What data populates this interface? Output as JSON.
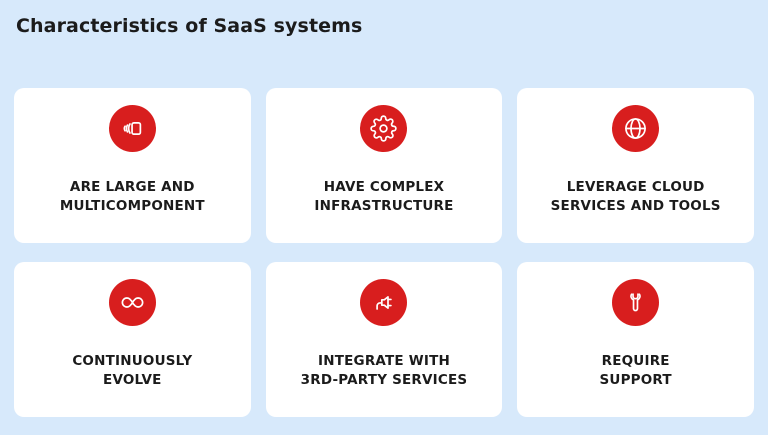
{
  "page": {
    "title": "Characteristics of SaaS systems"
  },
  "theme": {
    "background": "#d7e9fb",
    "card_background": "#ffffff",
    "accent_red": "#d81e1e",
    "icon_color": "#ffffff",
    "text_color": "#1b1b1b"
  },
  "cards": [
    {
      "icon": "stacked-components-icon",
      "label": "ARE LARGE AND\nMULTICOMPONENT"
    },
    {
      "icon": "gear-icon",
      "label": "HAVE COMPLEX\nINFRASTRUCTURE"
    },
    {
      "icon": "globe-icon",
      "label": "LEVERAGE CLOUD\nSERVICES AND TOOLS"
    },
    {
      "icon": "infinity-icon",
      "label": "CONTINUOUSLY\nEVOLVE"
    },
    {
      "icon": "plug-icon",
      "label": "INTEGRATE WITH\n3RD-PARTY SERVICES"
    },
    {
      "icon": "wrench-icon",
      "label": "REQUIRE\nSUPPORT"
    }
  ]
}
